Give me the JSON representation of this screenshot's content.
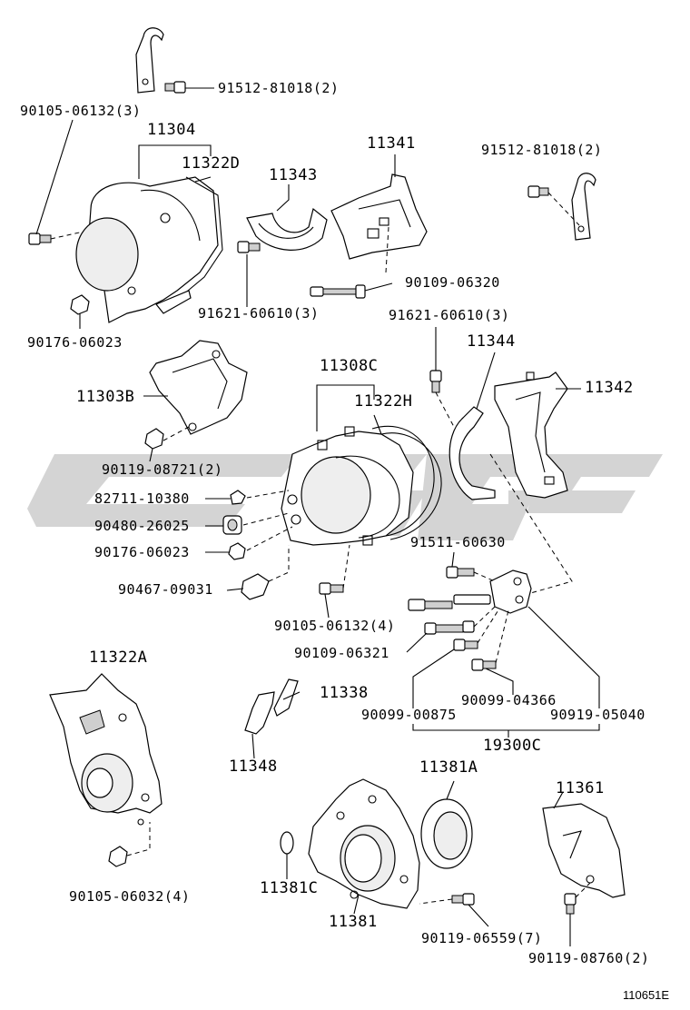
{
  "labels": {
    "p91512_top": "91512-81018(2)",
    "p90105_06132_3": "90105-06132(3)",
    "p11304": "11304",
    "p11322D": "11322D",
    "p11341": "11341",
    "p11343": "11343",
    "p91512_right": "91512-81018(2)",
    "p90109_06320": "90109-06320",
    "p91621_a": "91621-60610(3)",
    "p90176_a": "90176-06023",
    "p91621_b": "91621-60610(3)",
    "p11344": "11344",
    "p11308C": "11308C",
    "p11342": "11342",
    "p11303B": "11303B",
    "p11322H": "11322H",
    "p90119_08721": "90119-08721(2)",
    "p82711": "82711-10380",
    "p90480": "90480-26025",
    "p90176_b": "90176-06023",
    "p91511": "91511-60630",
    "p90467": "90467-09031",
    "p90105_06132_4": "90105-06132(4)",
    "p90109_06321": "90109-06321",
    "p11322A": "11322A",
    "p11338": "11338",
    "p90099_04366": "90099-04366",
    "p90099_00875": "90099-00875",
    "p90919": "90919-05040",
    "p19300C": "19300C",
    "p11348": "11348",
    "p11381A": "11381A",
    "p11361": "11361",
    "p11381C": "11381C",
    "p11381": "11381",
    "p90105_06032": "90105-06032(4)",
    "p90119_06559": "90119-06559(7)",
    "p90119_08760": "90119-08760(2)"
  },
  "figure_id": "110651E"
}
